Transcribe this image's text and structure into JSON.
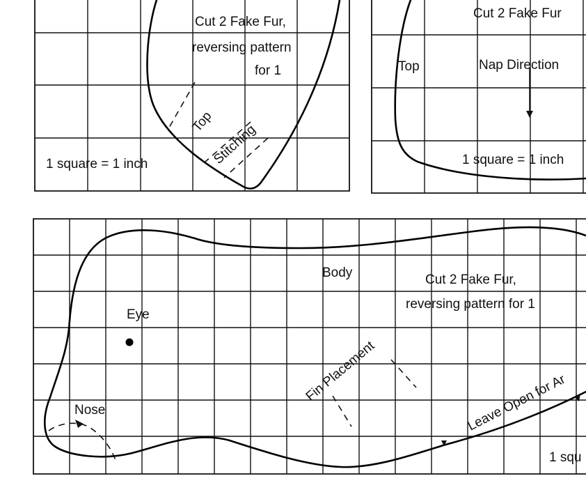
{
  "top_left_piece": {
    "instruction_line1": "Cut 2 Fake Fur,",
    "instruction_line2": "reversing pattern",
    "instruction_line3": "for 1",
    "top_label": "Top",
    "stitching_label": "Stitching",
    "scale_label": "1 square = 1 inch"
  },
  "top_right_piece": {
    "instruction": "Cut 2 Fake Fur",
    "top_label": "Top",
    "nap_label": "Nap Direction",
    "scale_label": "1 square = 1 inch"
  },
  "body_piece": {
    "title": "Body",
    "instruction_line1": "Cut 2 Fake Fur,",
    "instruction_line2": "reversing pattern for 1",
    "eye_label": "Eye",
    "fin_label": "Fin Placement",
    "nose_label": "Nose",
    "leave_open_label": "Leave Open for Ar",
    "scale_label": "1 squ"
  }
}
